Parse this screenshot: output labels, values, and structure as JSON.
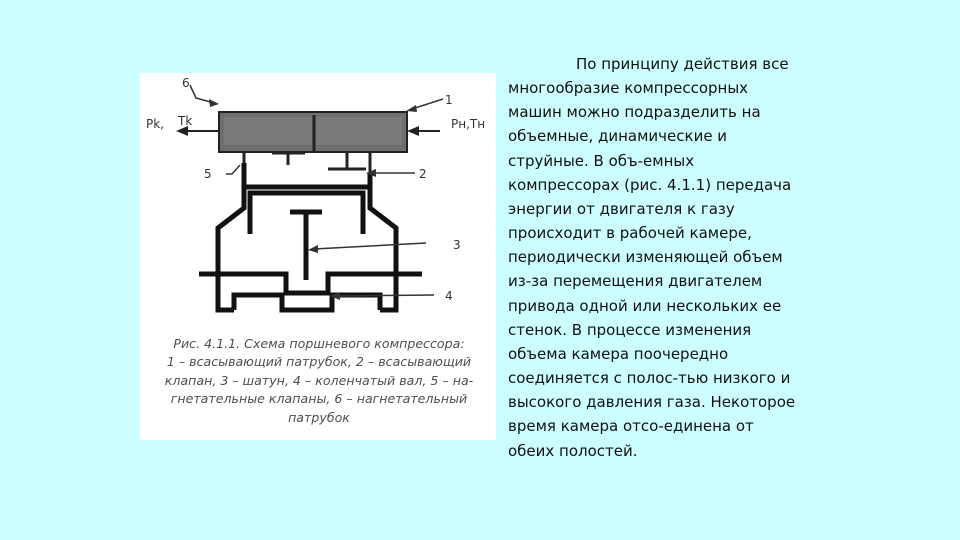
{
  "figure": {
    "labels": {
      "n6": "6",
      "n1": "1",
      "pk": "Pk,",
      "tk": "Tk",
      "pn": "Pн,Tн",
      "n5": "5",
      "n2": "2",
      "n3": "3",
      "n4": "4"
    },
    "caption_lines": [
      "Рис. 4.1.1. Схема поршневого компрессора:",
      "1 – всасывающий патрубок, 2 – всасывающий",
      "клапан, 3 – шатун, 4 – коленчатый вал, 5 – на-",
      "гнетательные клапаны, 6 – нагнетательный",
      "патрубок"
    ]
  },
  "body_lines": [
    "По принципу действия все",
    "многообразие компрессорных",
    "машин можно подразделить на",
    "объемные, динамические и",
    "струйные. В объ-емных",
    "компрессорах (рис. 4.1.1) передача",
    "энергии от двигателя к газу",
    "происходит в рабочей камере,",
    "периодически изменяющей объем",
    "из-за перемещения двигателем",
    "привода одной или нескольких ее",
    "стенок. В процессе изменения",
    "объема камера поочередно",
    "соединяется с полос-тью низкого и",
    "высокого давления газа. Некоторое",
    "время камера отсо-единена от",
    "обеих полостей."
  ],
  "colors": {
    "background": "#ccfeff",
    "figure_bg": "#ffffff",
    "housing": "#6e6e6e",
    "drawing": "#1a1a1a"
  }
}
